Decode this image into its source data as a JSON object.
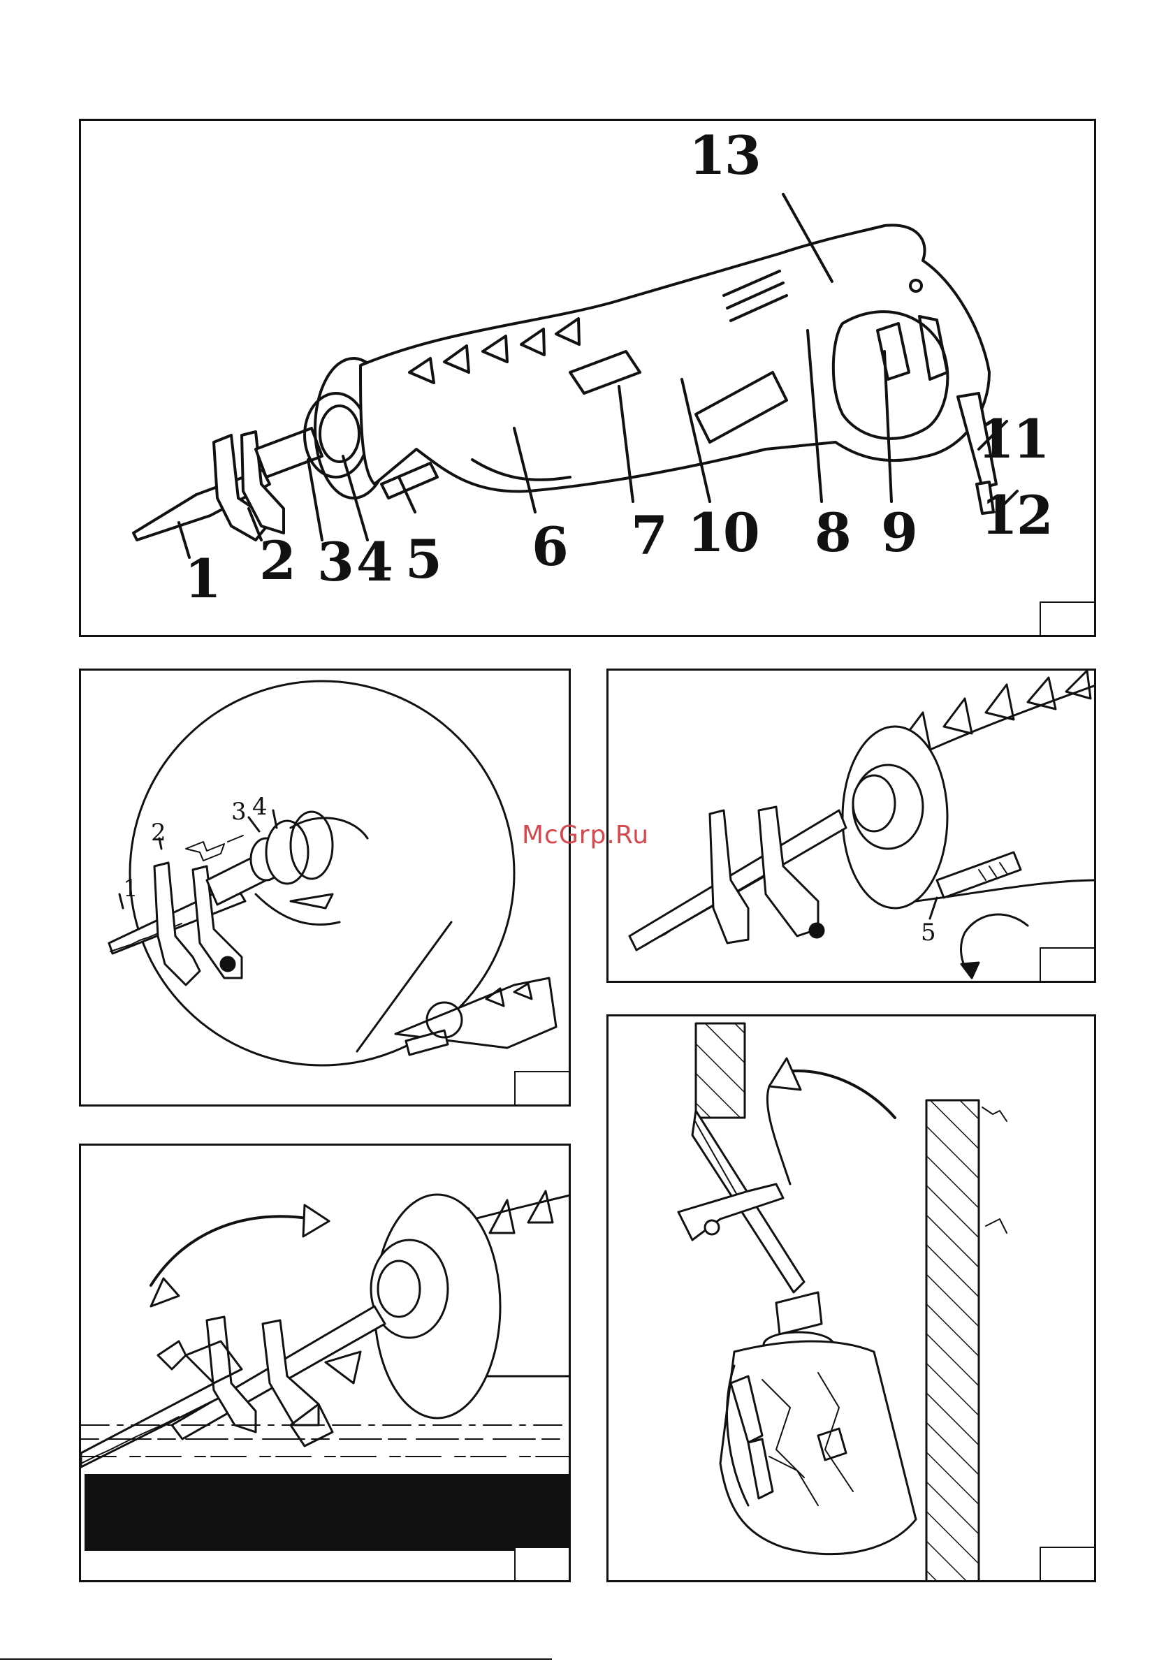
{
  "watermark": "McGrp.Ru",
  "fig1": {
    "callouts": [
      "1",
      "2",
      "3",
      "4",
      "5",
      "6",
      "7",
      "10",
      "8",
      "9",
      "11",
      "12",
      "13"
    ]
  },
  "fig2": {
    "callouts": [
      "1",
      "2",
      "3",
      "4"
    ]
  },
  "fig3": {
    "callouts": [
      "5"
    ]
  },
  "colors": {
    "ink": "#111111",
    "watermark": "#d6474d",
    "paper": "#ffffff"
  }
}
